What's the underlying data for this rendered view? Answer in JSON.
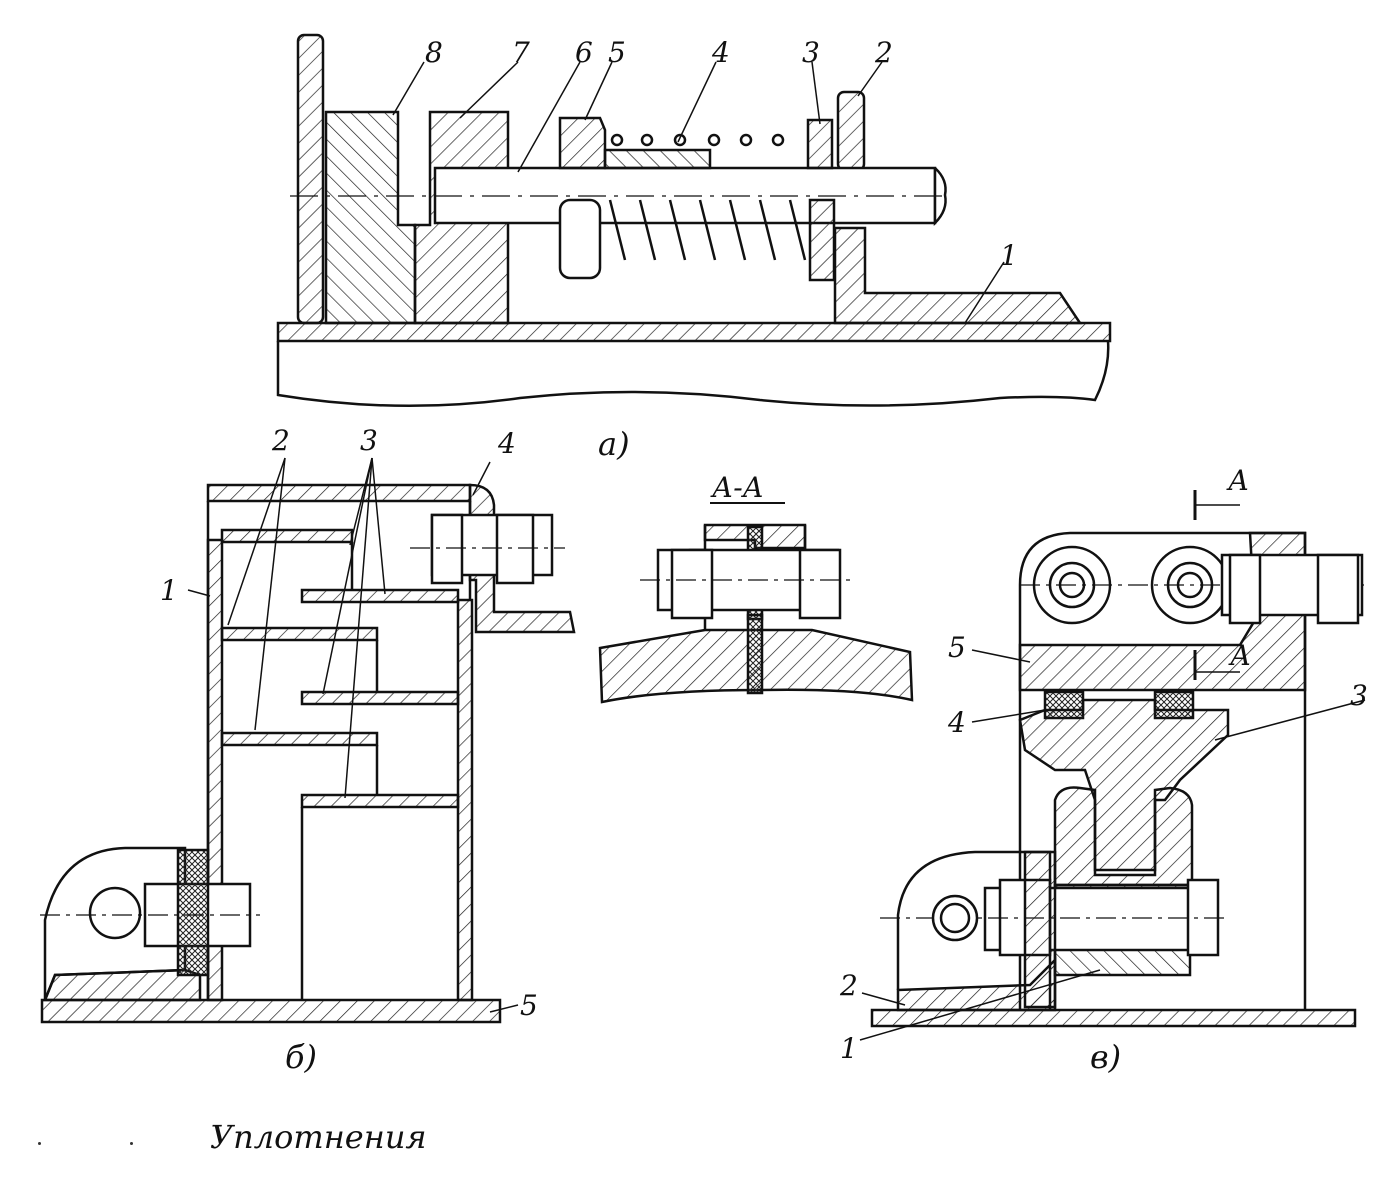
{
  "caption": "Уплотнения",
  "view_a": {
    "tag": "а)",
    "labels": [
      "8",
      "7",
      "6",
      "5",
      "4",
      "3",
      "2",
      "1"
    ]
  },
  "view_b": {
    "tag": "б)",
    "labels": [
      "1",
      "2",
      "3",
      "4",
      "5"
    ]
  },
  "section": {
    "title": "А-А"
  },
  "view_v": {
    "tag": "в)",
    "labels": [
      "5",
      "4",
      "3",
      "2",
      "1"
    ],
    "section_marks": [
      "А",
      "А"
    ]
  }
}
